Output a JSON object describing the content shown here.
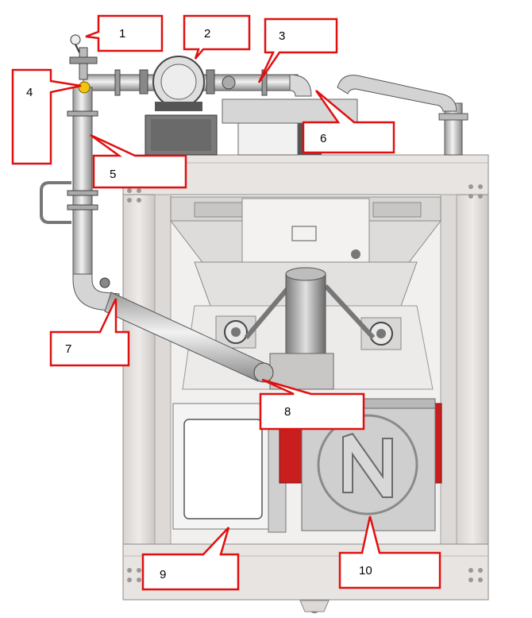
{
  "callouts": [
    {
      "number": "1"
    },
    {
      "number": "2"
    },
    {
      "number": "3"
    },
    {
      "number": "4"
    },
    {
      "number": "5"
    },
    {
      "number": "6"
    },
    {
      "number": "7"
    },
    {
      "number": "8"
    },
    {
      "number": "9"
    },
    {
      "number": "10"
    }
  ],
  "logo_letter": "N",
  "colors": {
    "callout_border": "#e01010",
    "frame": "#e6e3e0",
    "frame_edge": "#8c8a88",
    "steel": "#cfcfcf",
    "dark_steel": "#6e6e6e",
    "accent_red": "#c81e1e"
  }
}
